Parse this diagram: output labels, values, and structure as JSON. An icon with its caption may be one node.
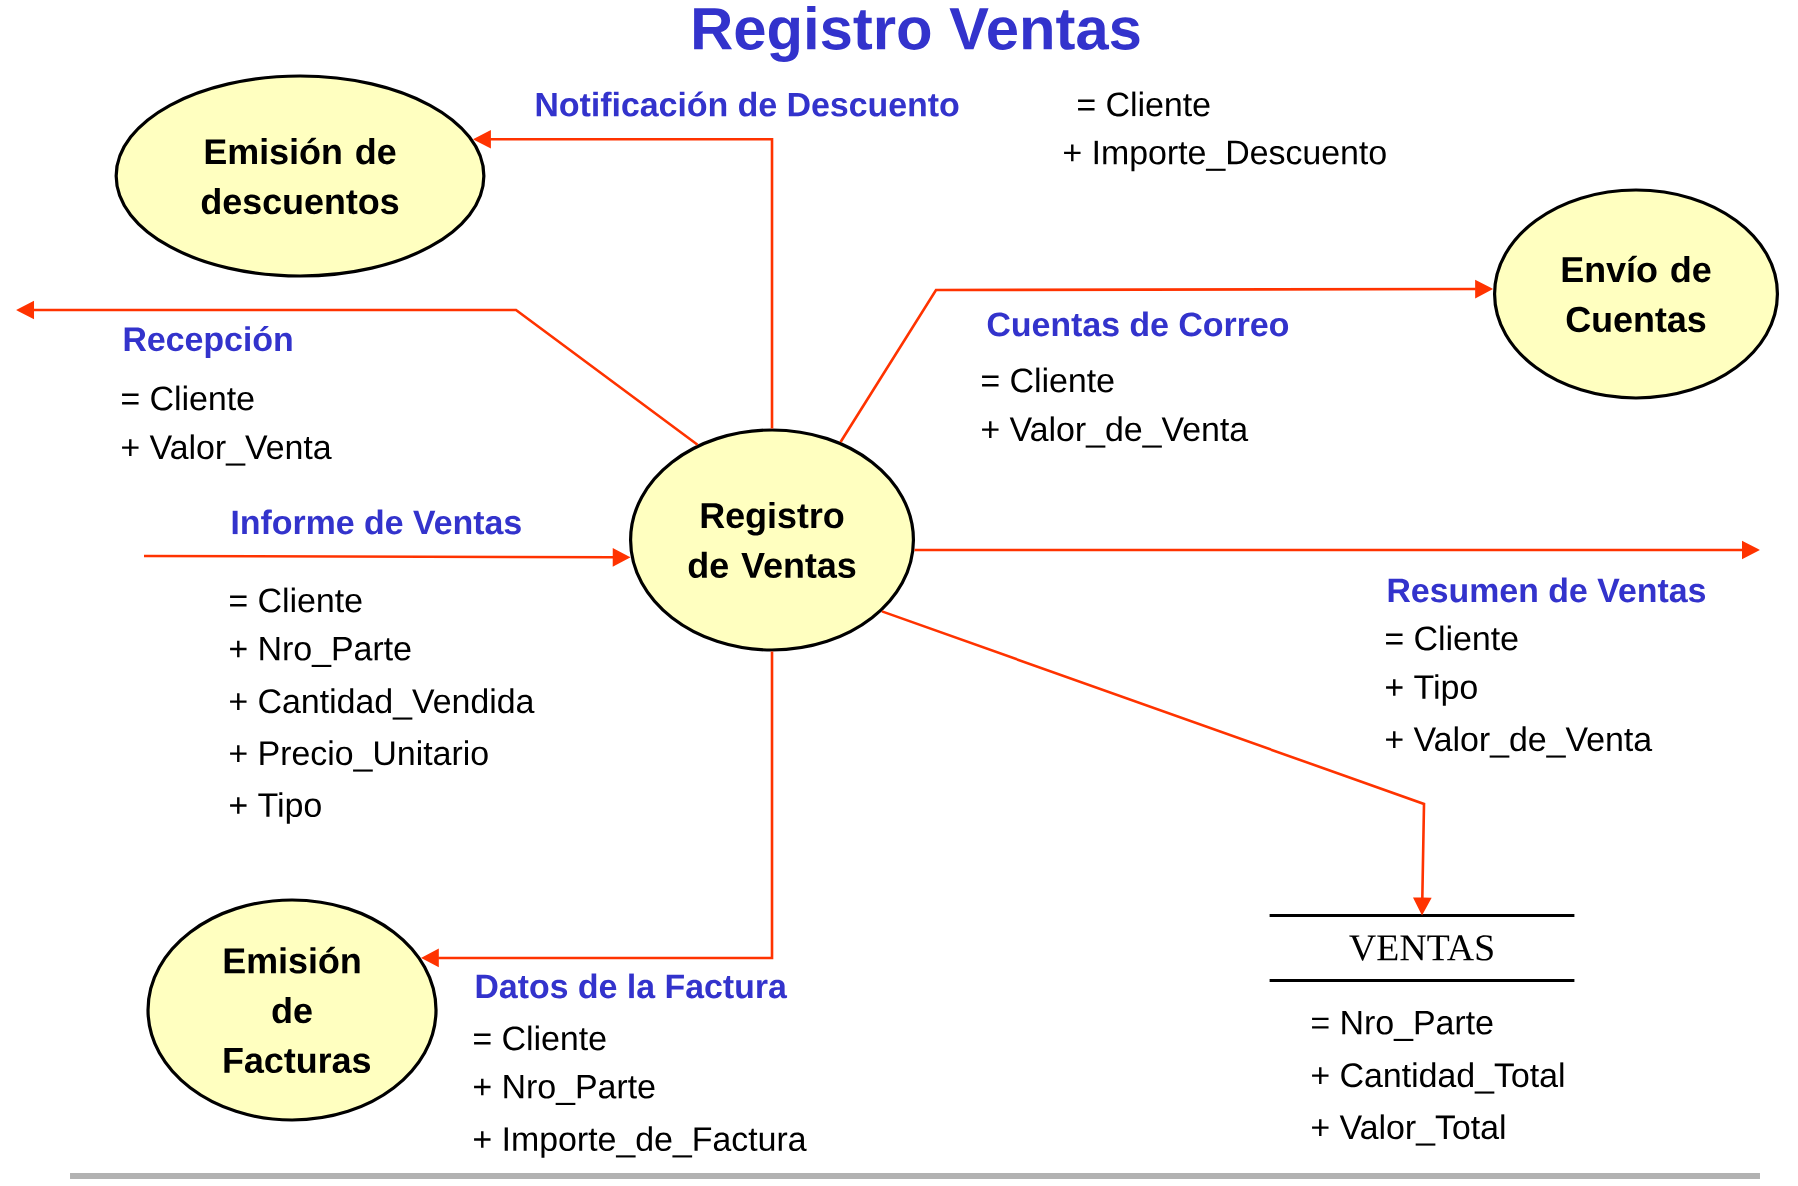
{
  "diagram": {
    "title": "Registro Ventas",
    "nodes": [
      {
        "text": [
          "Registro de Ventas"
        ]
      },
      {
        "text": [
          "Emisión de descuentos"
        ]
      },
      {
        "text": [
          "Envío de Cuentas"
        ]
      },
      {
        "text": [
          "Emisión de Facturas"
        ]
      },
      {
        "text": [
          "VENTAS"
        ],
        "beside": [
          "= Nro_Parte",
          "+ Cantidad_Total",
          "+ Valor_Total"
        ]
      }
    ],
    "edges": [
      {
        "from": 0,
        "to": 1,
        "arrow": "to",
        "label": "Notificación de Descuento"
      },
      {
        "from": 0,
        "to": null,
        "arrow": "to",
        "label": "Recepción"
      },
      {
        "from": null,
        "to": 0,
        "arrow": "to",
        "label": "Informe de Ventas"
      },
      {
        "from": 0,
        "to": 2,
        "arrow": "to",
        "label": "Cuentas de Correo"
      },
      {
        "from": 0,
        "to": null,
        "arrow": "to",
        "label": "Resumen de Ventas"
      },
      {
        "from": 0,
        "to": 3,
        "arrow": "to",
        "label": "Datos de la Factura"
      },
      {
        "from": 0,
        "to": 4,
        "arrow": "to"
      }
    ],
    "labels": [
      "= Cliente",
      "+ Importe_Descuento",
      "= Cliente",
      "+ Valor_Venta",
      "= Cliente",
      "+ Valor_de_Venta",
      "= Cliente",
      "+ Nro_Parte",
      "+ Cantidad_Vendida",
      "+ Precio_Unitario",
      "+ Tipo",
      "= Cliente",
      "+ Tipo",
      "+ Valor_de_Venta",
      "= Cliente",
      "+ Nro_Parte",
      "+ Importe_de_Factura"
    ]
  }
}
